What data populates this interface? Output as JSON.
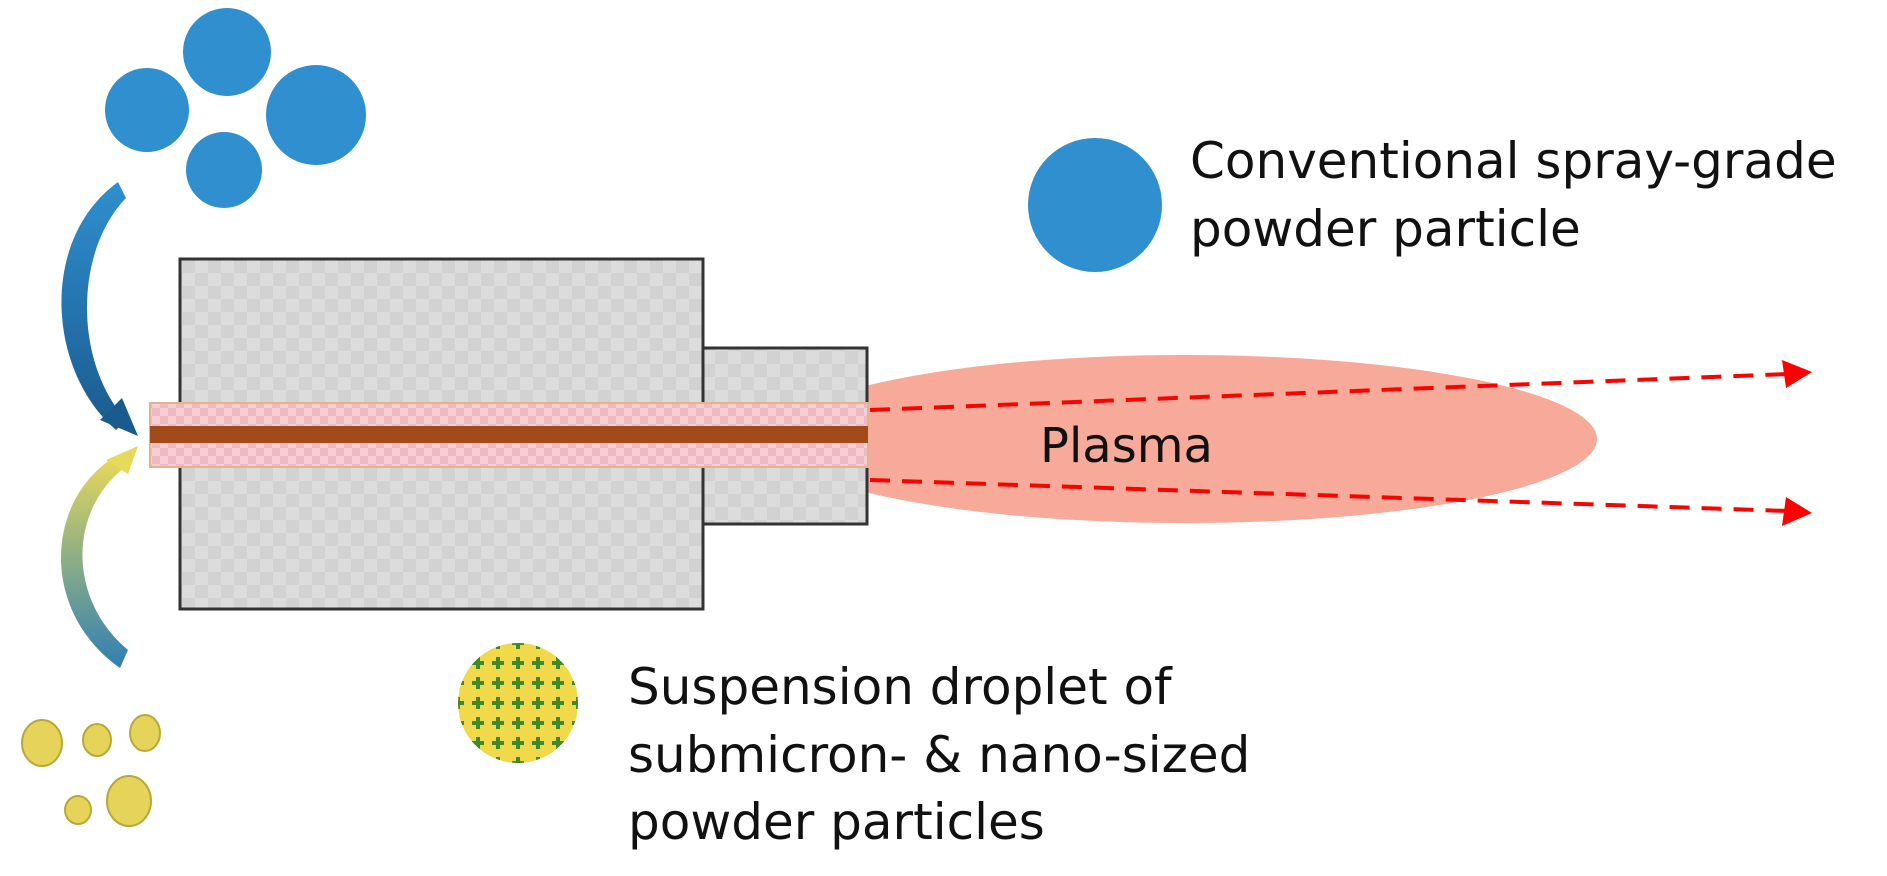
{
  "labels": {
    "plasma": "Plasma",
    "conventional": [
      "Conventional spray-grade",
      "powder particle"
    ],
    "suspension": [
      "Suspension droplet of",
      "submicron- & nano-sized",
      "powder particles"
    ]
  },
  "colors": {
    "powder_blue": "#2f8fcf",
    "powder_yellow": "#e6d35a",
    "torch_gray": "#d9d9d9",
    "feed_tube_core": "#a34a1a",
    "feed_tube_pink": "#f4c9cf",
    "plasma_plume": "#f7a99a",
    "trajectory_red": "#ff0000",
    "droplet_cross_green": "#3e8a2b",
    "arrow_blue": "#1f6fa8",
    "arrow_yellow": "#d9c84a"
  }
}
